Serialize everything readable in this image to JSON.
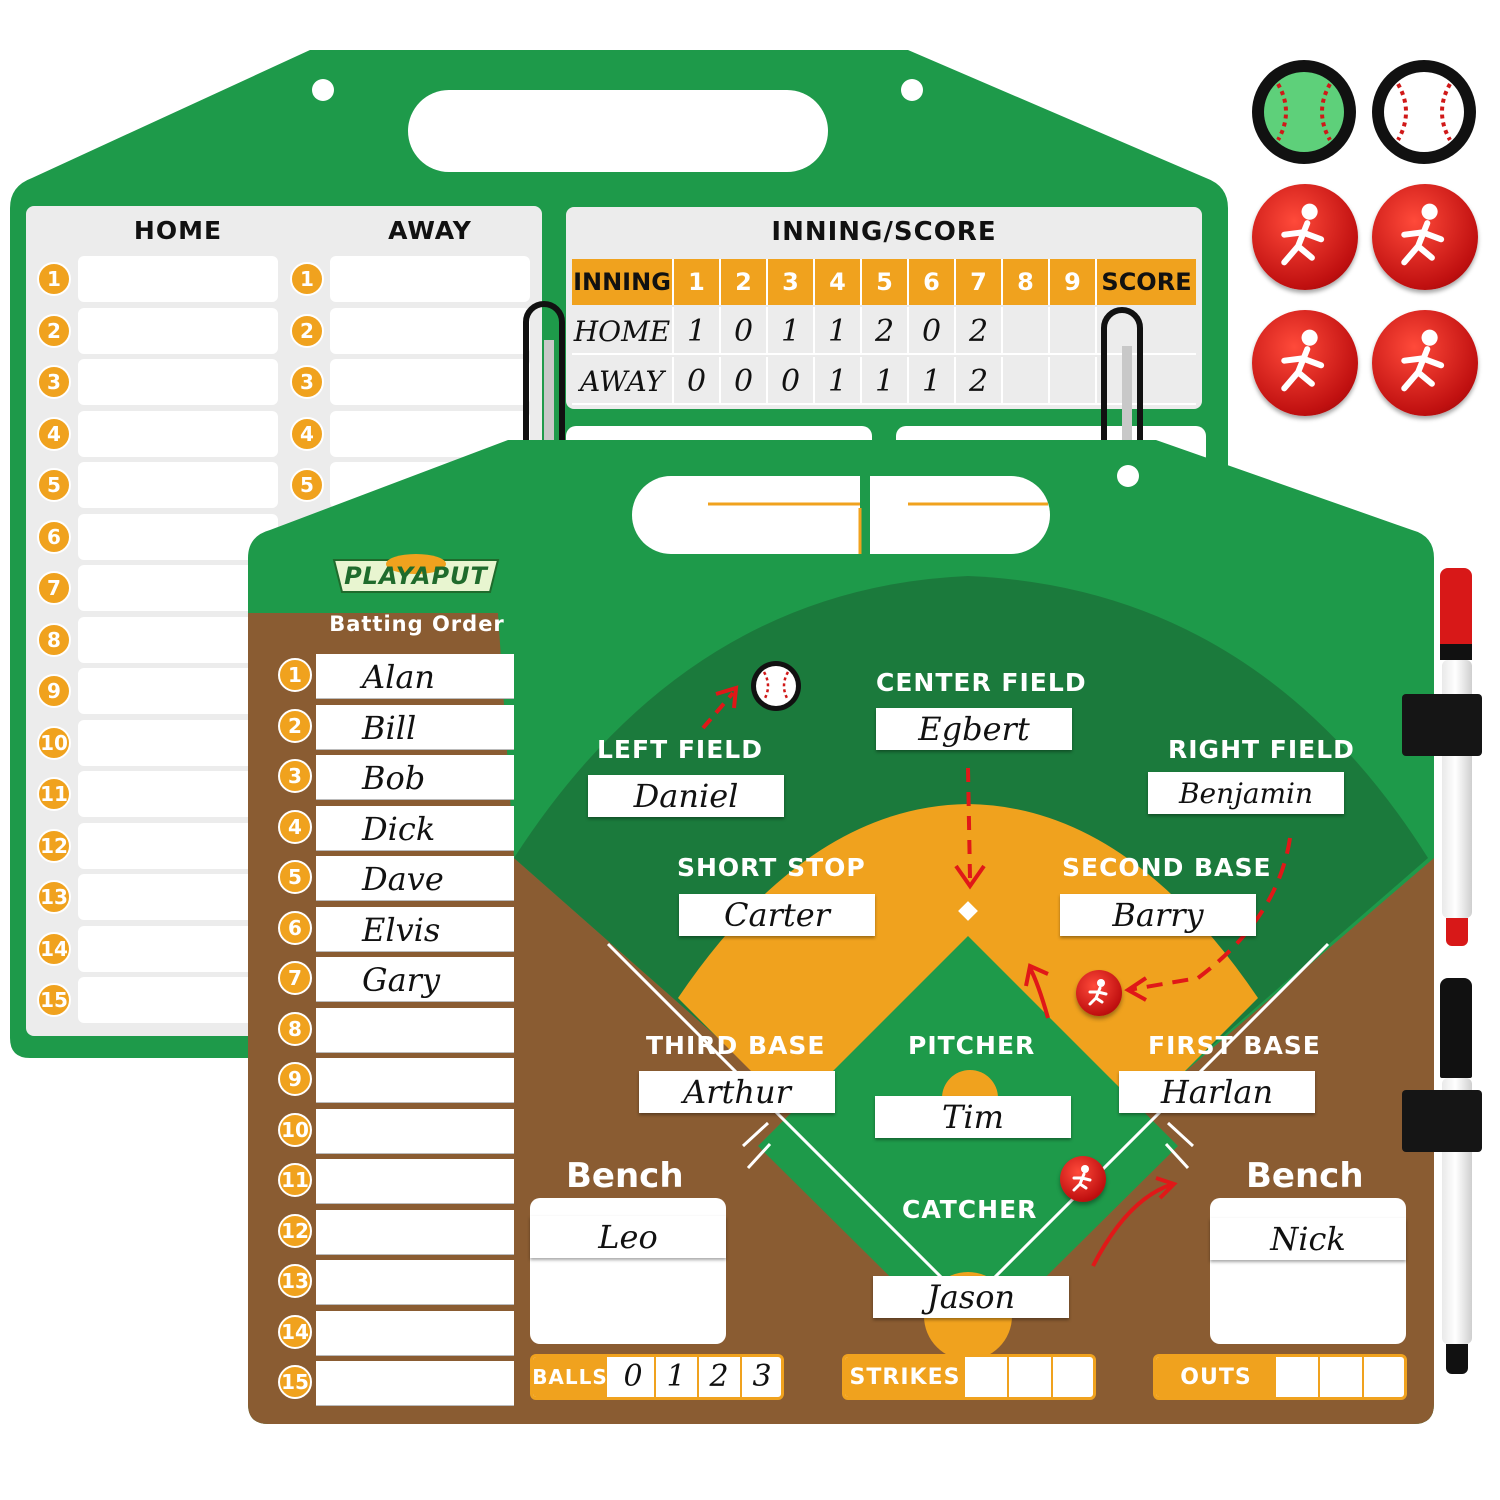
{
  "back_board": {
    "lineup": {
      "home_header": "HOME",
      "away_header": "AWAY",
      "numbers": [
        "1",
        "2",
        "3",
        "4",
        "5",
        "6",
        "7",
        "8",
        "9",
        "10",
        "11",
        "12",
        "13",
        "14",
        "15"
      ],
      "away_visible_numbers": [
        "1",
        "2",
        "3",
        "4",
        "5"
      ]
    },
    "inning_score": {
      "title": "INNING/SCORE",
      "inning_label": "INNING",
      "innings": [
        "1",
        "2",
        "3",
        "4",
        "5",
        "6",
        "7",
        "8",
        "9"
      ],
      "score_label": "SCORE",
      "rows": [
        {
          "team": "HOME",
          "scores": [
            "1",
            "0",
            "1",
            "1",
            "2",
            "0",
            "2",
            "",
            ""
          ]
        },
        {
          "team": "AWAY",
          "scores": [
            "0",
            "0",
            "0",
            "1",
            "1",
            "1",
            "2",
            "",
            ""
          ]
        }
      ]
    }
  },
  "front_board": {
    "brand": "PLAYAPUT",
    "batting_order_title": "Batting Order",
    "batting_order": [
      "Alan",
      "Bill",
      "Bob",
      "Dick",
      "Dave",
      "Elvis",
      "Gary",
      "",
      "",
      "",
      "",
      "",
      "",
      "",
      ""
    ],
    "positions": {
      "center_field": {
        "label": "CENTER FIELD",
        "name": "Egbert"
      },
      "left_field": {
        "label": "LEFT FIELD",
        "name": "Daniel"
      },
      "right_field": {
        "label": "RIGHT FIELD",
        "name": "Benjamin"
      },
      "short_stop": {
        "label": "SHORT STOP",
        "name": "Carter"
      },
      "second_base": {
        "label": "SECOND BASE",
        "name": "Barry"
      },
      "third_base": {
        "label": "THIRD BASE",
        "name": "Arthur"
      },
      "pitcher": {
        "label": "PITCHER",
        "name": "Tim"
      },
      "first_base": {
        "label": "FIRST BASE",
        "name": "Harlan"
      },
      "catcher": {
        "label": "CATCHER",
        "name": "Jason"
      }
    },
    "bench_left": {
      "title": "Bench",
      "name": "Leo"
    },
    "bench_right": {
      "title": "Bench",
      "name": "Nick"
    },
    "counters": {
      "balls": {
        "label": "BALLS",
        "marks": [
          "0",
          "1",
          "2",
          "3"
        ]
      },
      "strikes": {
        "label": "STRIKES"
      },
      "outs": {
        "label": "OUTS"
      }
    }
  },
  "colors": {
    "board_green": "#1e9a4a",
    "field_dark_green": "#1b7a3c",
    "dirt_brown": "#8a5c32",
    "infield_orange": "#f0a21e",
    "accent_red": "#e01818"
  },
  "accessories": {
    "magnets": [
      "baseball-magnet-green",
      "baseball-magnet-white",
      "runner-magnet",
      "runner-magnet",
      "runner-magnet",
      "runner-magnet"
    ],
    "markers": [
      "red-dry-erase-marker",
      "black-dry-erase-marker"
    ]
  }
}
